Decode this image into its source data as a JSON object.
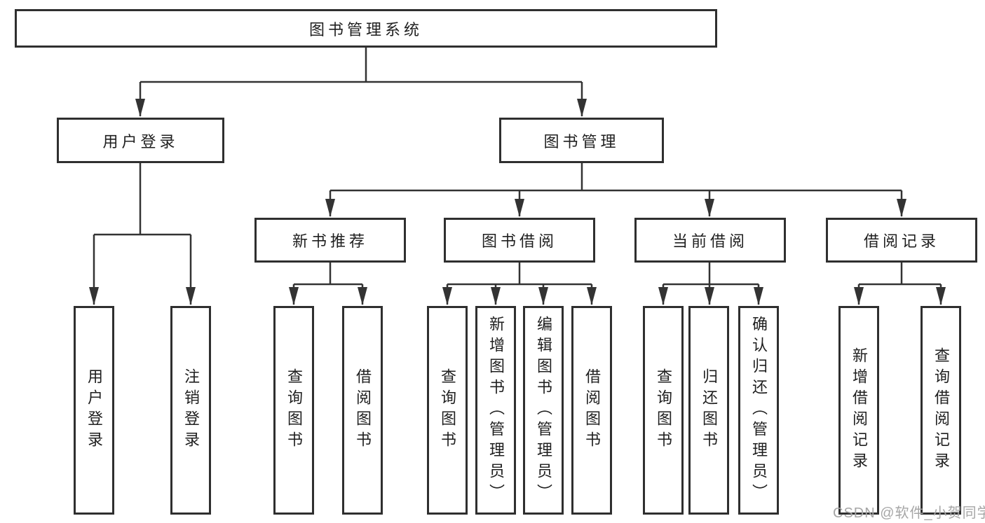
{
  "diagram": {
    "type": "tree",
    "root": {
      "label": "图书管理系统"
    },
    "branches": [
      {
        "label": "用户登录",
        "children": [
          {
            "label": "用户登录"
          },
          {
            "label": "注销登录"
          }
        ]
      },
      {
        "label": "图书管理",
        "children": [
          {
            "label": "新书推荐",
            "children": [
              {
                "label": "查询图书"
              },
              {
                "label": "借阅图书"
              }
            ]
          },
          {
            "label": "图书借阅",
            "children": [
              {
                "label": "查询图书"
              },
              {
                "label": "新增图书（管理员）"
              },
              {
                "label": "编辑图书（管理员）"
              },
              {
                "label": "借阅图书"
              }
            ]
          },
          {
            "label": "当前借阅",
            "children": [
              {
                "label": "查询图书"
              },
              {
                "label": "归还图书"
              },
              {
                "label": "确认归还（管理员）"
              }
            ]
          },
          {
            "label": "借阅记录",
            "children": [
              {
                "label": "新增借阅记录"
              },
              {
                "label": "查询借阅记录"
              }
            ]
          }
        ]
      }
    ]
  },
  "watermark": {
    "text": "CSDN @软件_小贺同学"
  },
  "colors": {
    "line": "#333333",
    "box_border": "#2f2f2f",
    "text": "#1f1f1f",
    "watermark": "#a6a6a6",
    "background": "#ffffff"
  }
}
